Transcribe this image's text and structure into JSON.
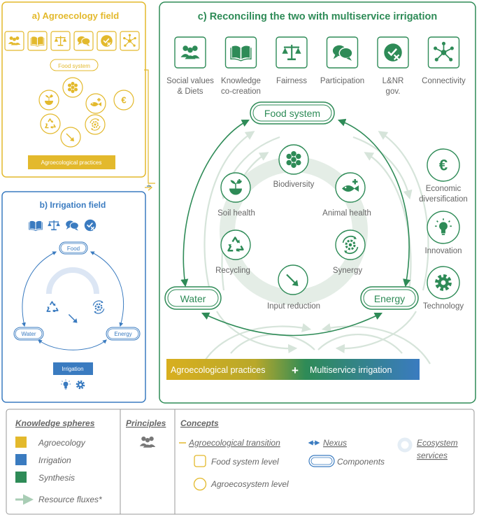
{
  "colors": {
    "agro": "#E3B92C",
    "agro_dark": "#C9A017",
    "irrigation": "#3A7BC0",
    "synthesis": "#2E8B57",
    "synthesis_dark": "#2A7A4C",
    "grey_text": "#666666",
    "flux": "#D6E4DA"
  },
  "panel_a": {
    "title": "a) Agroecology field",
    "food_system": "Food system",
    "practices": "Agroecological practices",
    "icons": [
      "people-icon",
      "book-icon",
      "scale-icon",
      "speech-icon",
      "governance-icon",
      "network-icon"
    ]
  },
  "panel_b": {
    "title": "b) Irrigation field",
    "food": "Food",
    "water": "Water",
    "energy": "Energy",
    "irrigation": "Irrigation",
    "icons": [
      "book-icon",
      "scale-icon",
      "speech-icon",
      "governance-icon"
    ]
  },
  "panel_c": {
    "title": "c) Reconciling the two with multiservice irrigation",
    "principles": [
      {
        "icon": "people-icon",
        "line1": "Social values",
        "line2": "& Diets"
      },
      {
        "icon": "book-icon",
        "line1": "Knowledge",
        "line2": "co-creation"
      },
      {
        "icon": "scale-icon",
        "line1": "Fairness",
        "line2": ""
      },
      {
        "icon": "speech-icon",
        "line1": "Participation",
        "line2": ""
      },
      {
        "icon": "governance-icon",
        "line1": "L&NR",
        "line2": "gov."
      },
      {
        "icon": "network-icon",
        "line1": "Connectivity",
        "line2": ""
      }
    ],
    "food_system": "Food system",
    "water": "Water",
    "energy": "Energy",
    "services": [
      {
        "icon": "honeycomb-icon",
        "label": "Biodiversity"
      },
      {
        "icon": "plant-icon",
        "label": "Soil health"
      },
      {
        "icon": "fish-icon",
        "label": "Animal health"
      },
      {
        "icon": "recycle-icon",
        "label": "Recycling"
      },
      {
        "icon": "synergy-icon",
        "label": "Synergy"
      },
      {
        "icon": "arrow-down-icon",
        "label": "Input reduction"
      }
    ],
    "right": [
      {
        "icon": "euro-icon",
        "line1": "Economic",
        "line2": "diversification"
      },
      {
        "icon": "lightbulb-icon",
        "line1": "Innovation",
        "line2": ""
      },
      {
        "icon": "gear-icon",
        "line1": "Technology",
        "line2": ""
      }
    ],
    "bar_left": "Agroecological practices",
    "bar_plus": "+",
    "bar_right": "Multiservice irrigation"
  },
  "legend": {
    "spheres_title": "Knowledge spheres",
    "agroecology": "Agroecology",
    "irrigation": "Irrigation",
    "synthesis": "Synthesis",
    "fluxes": "Resource fluxes*",
    "principles_title": "Principles",
    "concepts_title": "Concepts",
    "transition": "Agroecological transition",
    "nexus": "Nexus",
    "eco1": "Ecosystem",
    "eco2": "services",
    "food_level": "Food system level",
    "components": "Components",
    "agro_level": "Agroecosystem level"
  }
}
